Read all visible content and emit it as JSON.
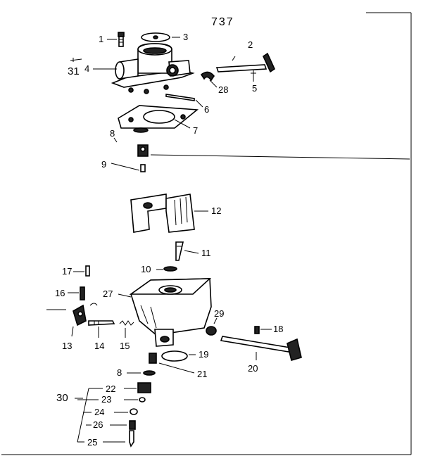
{
  "page_number": "737",
  "callouts": {
    "c1": "1",
    "c2": "2",
    "c3": "3",
    "c4": "4",
    "c5": "5",
    "c6": "6",
    "c7": "7",
    "c8a": "8",
    "c8b": "8",
    "c9": "9",
    "c10": "10",
    "c11": "11",
    "c12": "12",
    "c13": "13",
    "c14": "14",
    "c15": "15",
    "c16": "16",
    "c17": "17",
    "c18": "18",
    "c19": "19",
    "c20": "20",
    "c21": "21",
    "c22": "22",
    "c23": "23",
    "c24": "24",
    "c25": "25",
    "c26": "26",
    "c27": "27",
    "c28": "28",
    "c29": "29",
    "c30": "30",
    "c31": "31"
  }
}
